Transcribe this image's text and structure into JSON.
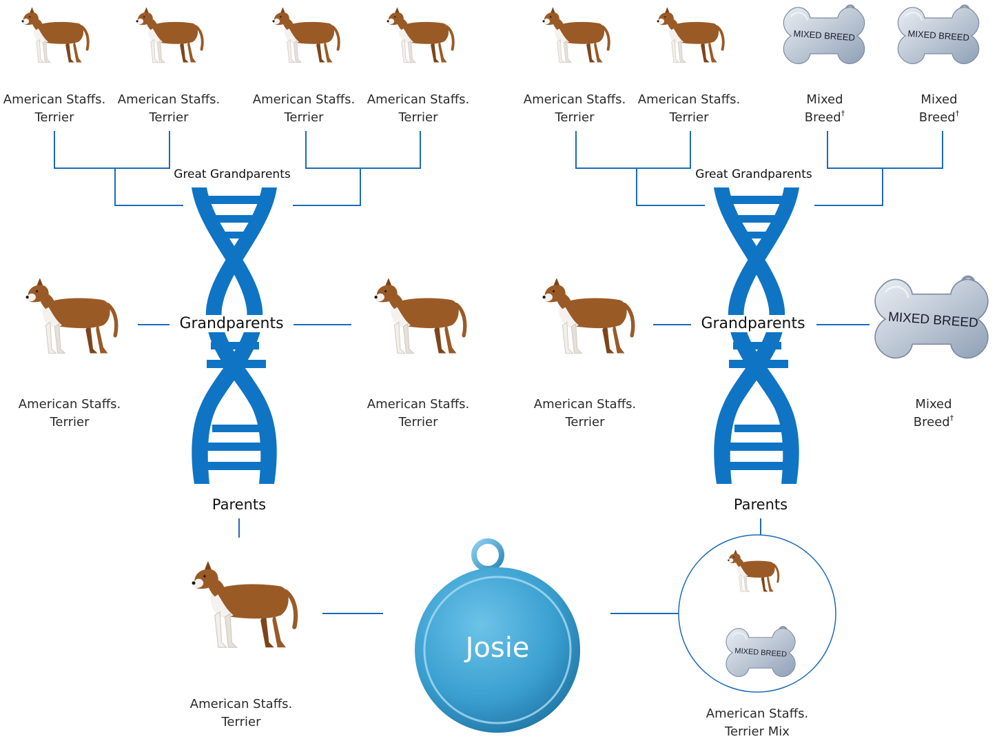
{
  "colors": {
    "line": "#1a6ab8",
    "helix": "#0f74c4",
    "tag": "#3aa6d4",
    "bone": "#b8c4d4",
    "dog_coat": "#9a5a26"
  },
  "great_grandparents": {
    "label": "Great Grandparents",
    "left": [
      {
        "name_line1": "American Staffs.",
        "name_line2": "Terrier",
        "mark": "",
        "icon": "dog-icon"
      },
      {
        "name_line1": "American Staffs.",
        "name_line2": "Terrier",
        "mark": "",
        "icon": "dog-icon"
      },
      {
        "name_line1": "American Staffs.",
        "name_line2": "Terrier",
        "mark": "",
        "icon": "dog-icon"
      },
      {
        "name_line1": "American Staffs.",
        "name_line2": "Terrier",
        "mark": "",
        "icon": "dog-icon"
      }
    ],
    "right": [
      {
        "name_line1": "American Staffs.",
        "name_line2": "Terrier",
        "mark": "",
        "icon": "dog-icon"
      },
      {
        "name_line1": "American Staffs.",
        "name_line2": "Terrier",
        "mark": "",
        "icon": "dog-icon"
      },
      {
        "name_line1": "Mixed",
        "name_line2": "Breed",
        "mark": "†",
        "icon": "bone-tag-icon",
        "tag_text": "MIXED BREED"
      },
      {
        "name_line1": "Mixed",
        "name_line2": "Breed",
        "mark": "†",
        "icon": "bone-tag-icon",
        "tag_text": "MIXED BREED"
      }
    ]
  },
  "grandparents": {
    "label": "Grandparents",
    "left": [
      {
        "name_line1": "American Staffs.",
        "name_line2": "Terrier",
        "mark": "",
        "icon": "dog-icon"
      },
      {
        "name_line1": "American Staffs.",
        "name_line2": "Terrier",
        "mark": "",
        "icon": "dog-icon"
      }
    ],
    "right": [
      {
        "name_line1": "American Staffs.",
        "name_line2": "Terrier",
        "mark": "",
        "icon": "dog-icon"
      },
      {
        "name_line1": "Mixed",
        "name_line2": "Breed",
        "mark": "†",
        "icon": "bone-tag-icon",
        "tag_text": "MIXED BREED"
      }
    ]
  },
  "parents": {
    "label": "Parents",
    "left": {
      "name_line1": "American Staffs.",
      "name_line2": "Terrier",
      "icon": "dog-icon"
    },
    "right": {
      "name_line1": "American Staffs.",
      "name_line2": "Terrier Mix",
      "icon": "mix-circle-icon",
      "tag_text": "MIXED BREED"
    }
  },
  "subject": {
    "name": "Josie",
    "icon": "round-tag-icon"
  }
}
